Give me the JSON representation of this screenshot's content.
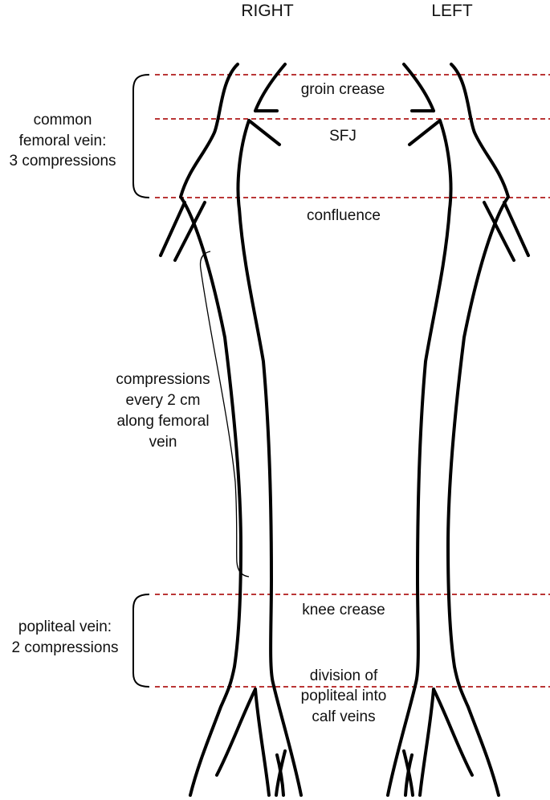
{
  "header": {
    "right": "RIGHT",
    "left": "LEFT"
  },
  "landmarks": {
    "groin_crease": "groin crease",
    "sfj": "SFJ",
    "confluence": "confluence",
    "knee_crease": "knee crease",
    "division": [
      "division of",
      "popliteal into",
      "calf veins"
    ]
  },
  "annotations": {
    "common_femoral": [
      "common",
      "femoral vein:",
      "3 compressions"
    ],
    "femoral": [
      "compressions",
      "every 2 cm",
      "along femoral",
      "vein"
    ],
    "popliteal": [
      "popliteal vein:",
      "2 compressions"
    ]
  },
  "colors": {
    "guide_line": "#b11a1a",
    "vein_outline": "#000000"
  }
}
